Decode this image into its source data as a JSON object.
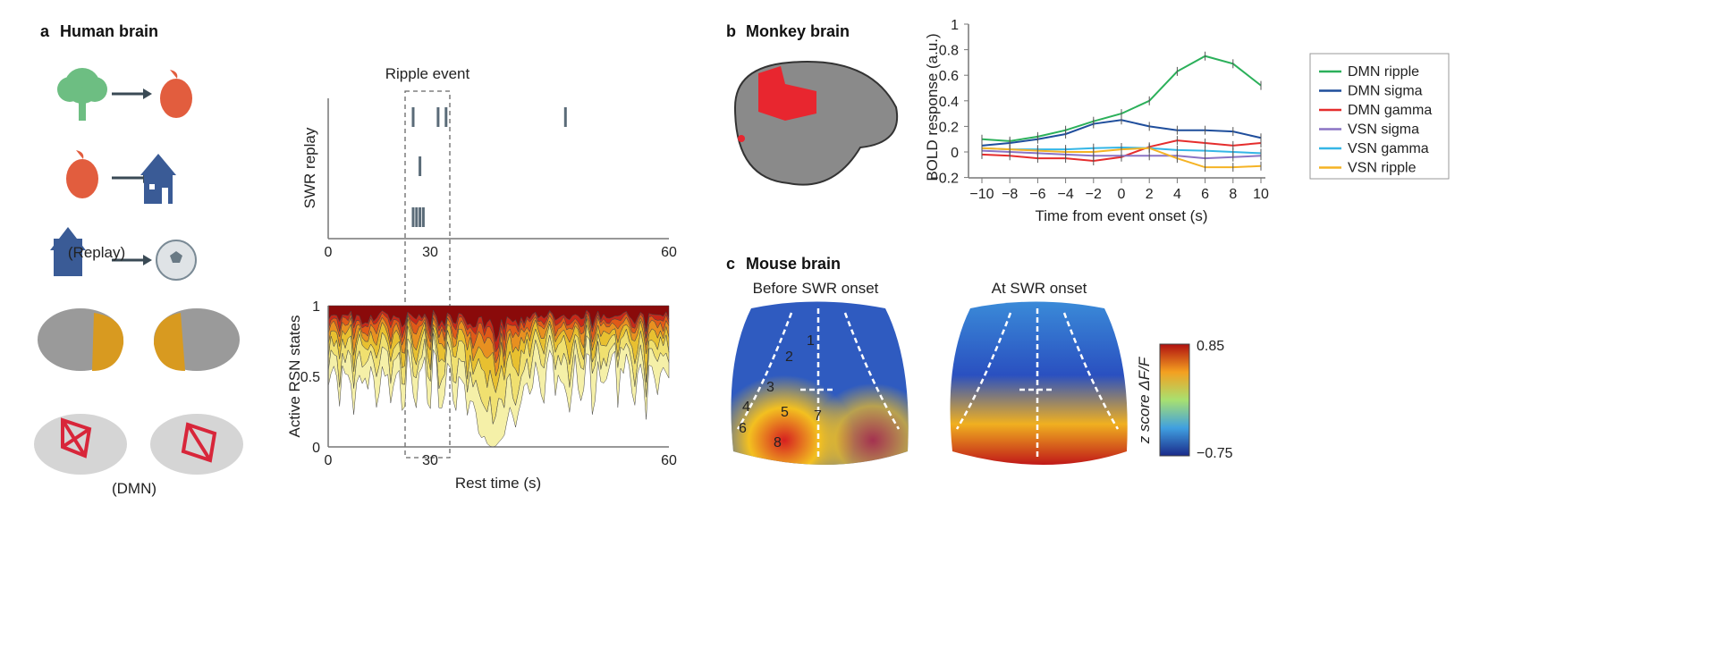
{
  "panel_a": {
    "letter": "a",
    "title": "Human brain",
    "replay_label": "(Replay)",
    "dmn_label": "(DMN)",
    "ripple_label": "Ripple event",
    "swr": {
      "ylabel": "SWR replay",
      "xticks": [
        "0",
        "30",
        "60"
      ],
      "rows": [
        [
          25,
          31,
          32,
          47
        ],
        [
          27
        ],
        [
          25,
          26,
          27,
          28
        ]
      ]
    },
    "rsn": {
      "ylabel": "Active RSN states",
      "xlabel": "Rest time (s)",
      "yticks": [
        "0",
        "0.5",
        "1"
      ],
      "xticks": [
        "0",
        "30",
        "60"
      ]
    }
  },
  "panel_b": {
    "letter": "b",
    "title": "Monkey brain"
  },
  "panel_c": {
    "letter": "c",
    "title": "Mouse brain",
    "before_label": "Before SWR onset",
    "at_label": "At SWR onset",
    "regions": [
      "1",
      "2",
      "3",
      "4",
      "5",
      "6",
      "7",
      "8"
    ],
    "colorbar": {
      "max": "0.85",
      "min": "−0.75",
      "label": "z score ΔF/F"
    }
  },
  "chart_data": {
    "type": "line",
    "xlabel": "Time from event onset (s)",
    "ylabel": "BOLD response (a.u.)",
    "xlim": [
      -10,
      10
    ],
    "ylim": [
      -0.2,
      1
    ],
    "xticks": [
      "−10",
      "−8",
      "−6",
      "−4",
      "−2",
      "0",
      "2",
      "4",
      "6",
      "8",
      "10"
    ],
    "yticks": [
      "−0.2",
      "0",
      "0.2",
      "0.4",
      "0.6",
      "0.8",
      "1"
    ],
    "legend_position": "right",
    "x": [
      -10,
      -8,
      -6,
      -4,
      -2,
      0,
      2,
      4,
      6,
      8,
      10
    ],
    "series": [
      {
        "name": "DMN ripple",
        "color": "#2bb05a",
        "values": [
          0.1,
          0.085,
          0.12,
          0.17,
          0.24,
          0.3,
          0.4,
          0.63,
          0.75,
          0.69,
          0.52
        ]
      },
      {
        "name": "DMN sigma",
        "color": "#1f4e9c",
        "values": [
          0.05,
          0.07,
          0.1,
          0.14,
          0.22,
          0.25,
          0.2,
          0.17,
          0.17,
          0.16,
          0.11
        ]
      },
      {
        "name": "DMN gamma",
        "color": "#e52d2d",
        "values": [
          -0.02,
          -0.03,
          -0.05,
          -0.05,
          -0.07,
          -0.04,
          0.04,
          0.09,
          0.07,
          0.05,
          0.07
        ]
      },
      {
        "name": "VSN sigma",
        "color": "#8a73c4",
        "values": [
          0.01,
          0.0,
          -0.01,
          -0.02,
          -0.03,
          -0.03,
          -0.03,
          -0.03,
          -0.05,
          -0.04,
          -0.03
        ]
      },
      {
        "name": "VSN gamma",
        "color": "#35b6e6",
        "values": [
          0.03,
          0.02,
          0.02,
          0.02,
          0.03,
          0.035,
          0.03,
          0.015,
          0.01,
          0.0,
          -0.01
        ]
      },
      {
        "name": "VSN ripple",
        "color": "#f5b324",
        "values": [
          0.03,
          0.02,
          0.01,
          0.0,
          0.0,
          0.02,
          0.03,
          -0.05,
          -0.12,
          -0.12,
          -0.11
        ]
      }
    ]
  }
}
